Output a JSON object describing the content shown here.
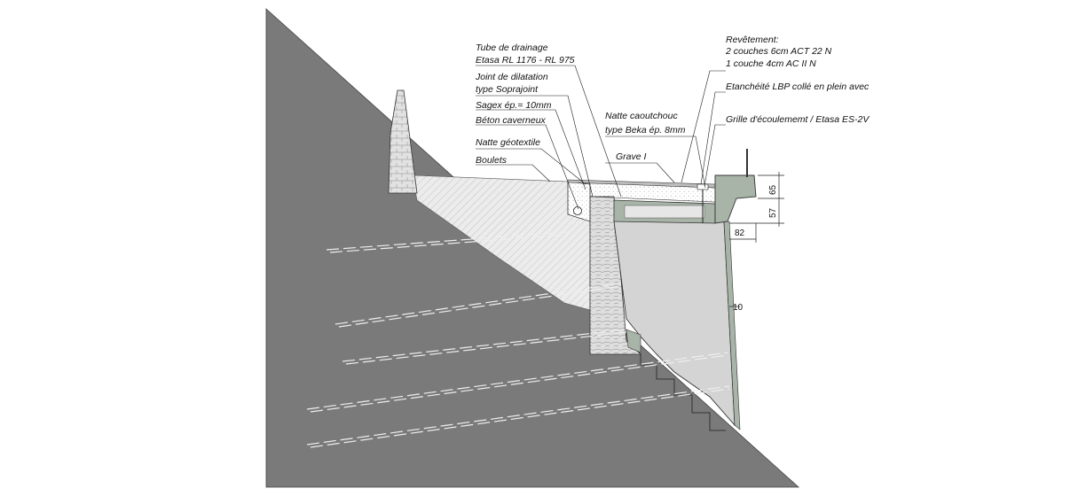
{
  "labels": {
    "drain_tube_1": "Tube de drainage",
    "drain_tube_2": "Etasa RL 1176 - RL 975",
    "joint_1": "Joint de dilatation",
    "joint_2": "type Soprajoint",
    "sagex": "Sagex ép.= 10mm",
    "beton": "Béton caverneux",
    "geotextile": "Natte géotextile",
    "boulets": "Boulets",
    "natte_1": "Natte caoutchouc",
    "natte_2": "type Beka ép. 8mm",
    "grave": "Grave I",
    "revet_1": "Revêtement:",
    "revet_2": "2 couches 6cm ACT 22 N",
    "revet_3": "1 couche 4cm AC II N",
    "etancheite": "Etanchéité LBP collé en plein avec",
    "grille": "Grille d'écoulememt / Etasa ES-2V"
  },
  "dimensions": {
    "d65": "65",
    "d57": "57",
    "d82": "82",
    "d10": "10"
  },
  "colors": {
    "rock": "#7a7a7a",
    "wall": "#d4d4d4",
    "corbel": "#a8b4a8",
    "fill": "#efefef"
  }
}
